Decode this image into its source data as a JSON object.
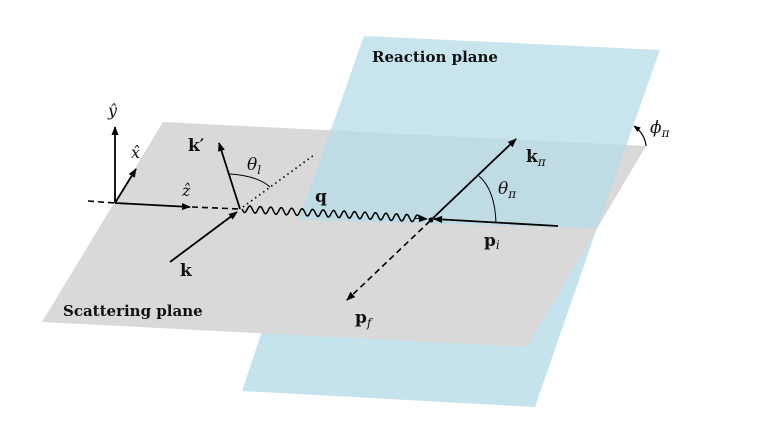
{
  "planes": {
    "reaction": {
      "label": "Reaction plane",
      "color": "#c5e3ec"
    },
    "scattering": {
      "label": "Scattering plane",
      "color": "#d9d9d9"
    }
  },
  "axes": {
    "y": "ŷ",
    "x": "x̂",
    "z": "ẑ"
  },
  "vectors": {
    "k": "k",
    "k_prime": "k′",
    "q": "q",
    "k_pi": "k",
    "k_pi_sub": "π",
    "p_i": "p",
    "p_i_sub": "i",
    "p_f": "p",
    "p_f_sub": "f"
  },
  "angles": {
    "theta_l": "θ",
    "theta_l_sub": "l",
    "theta_pi": "θ",
    "theta_pi_sub": "π",
    "phi_pi": "ϕ",
    "phi_pi_sub": "π"
  }
}
